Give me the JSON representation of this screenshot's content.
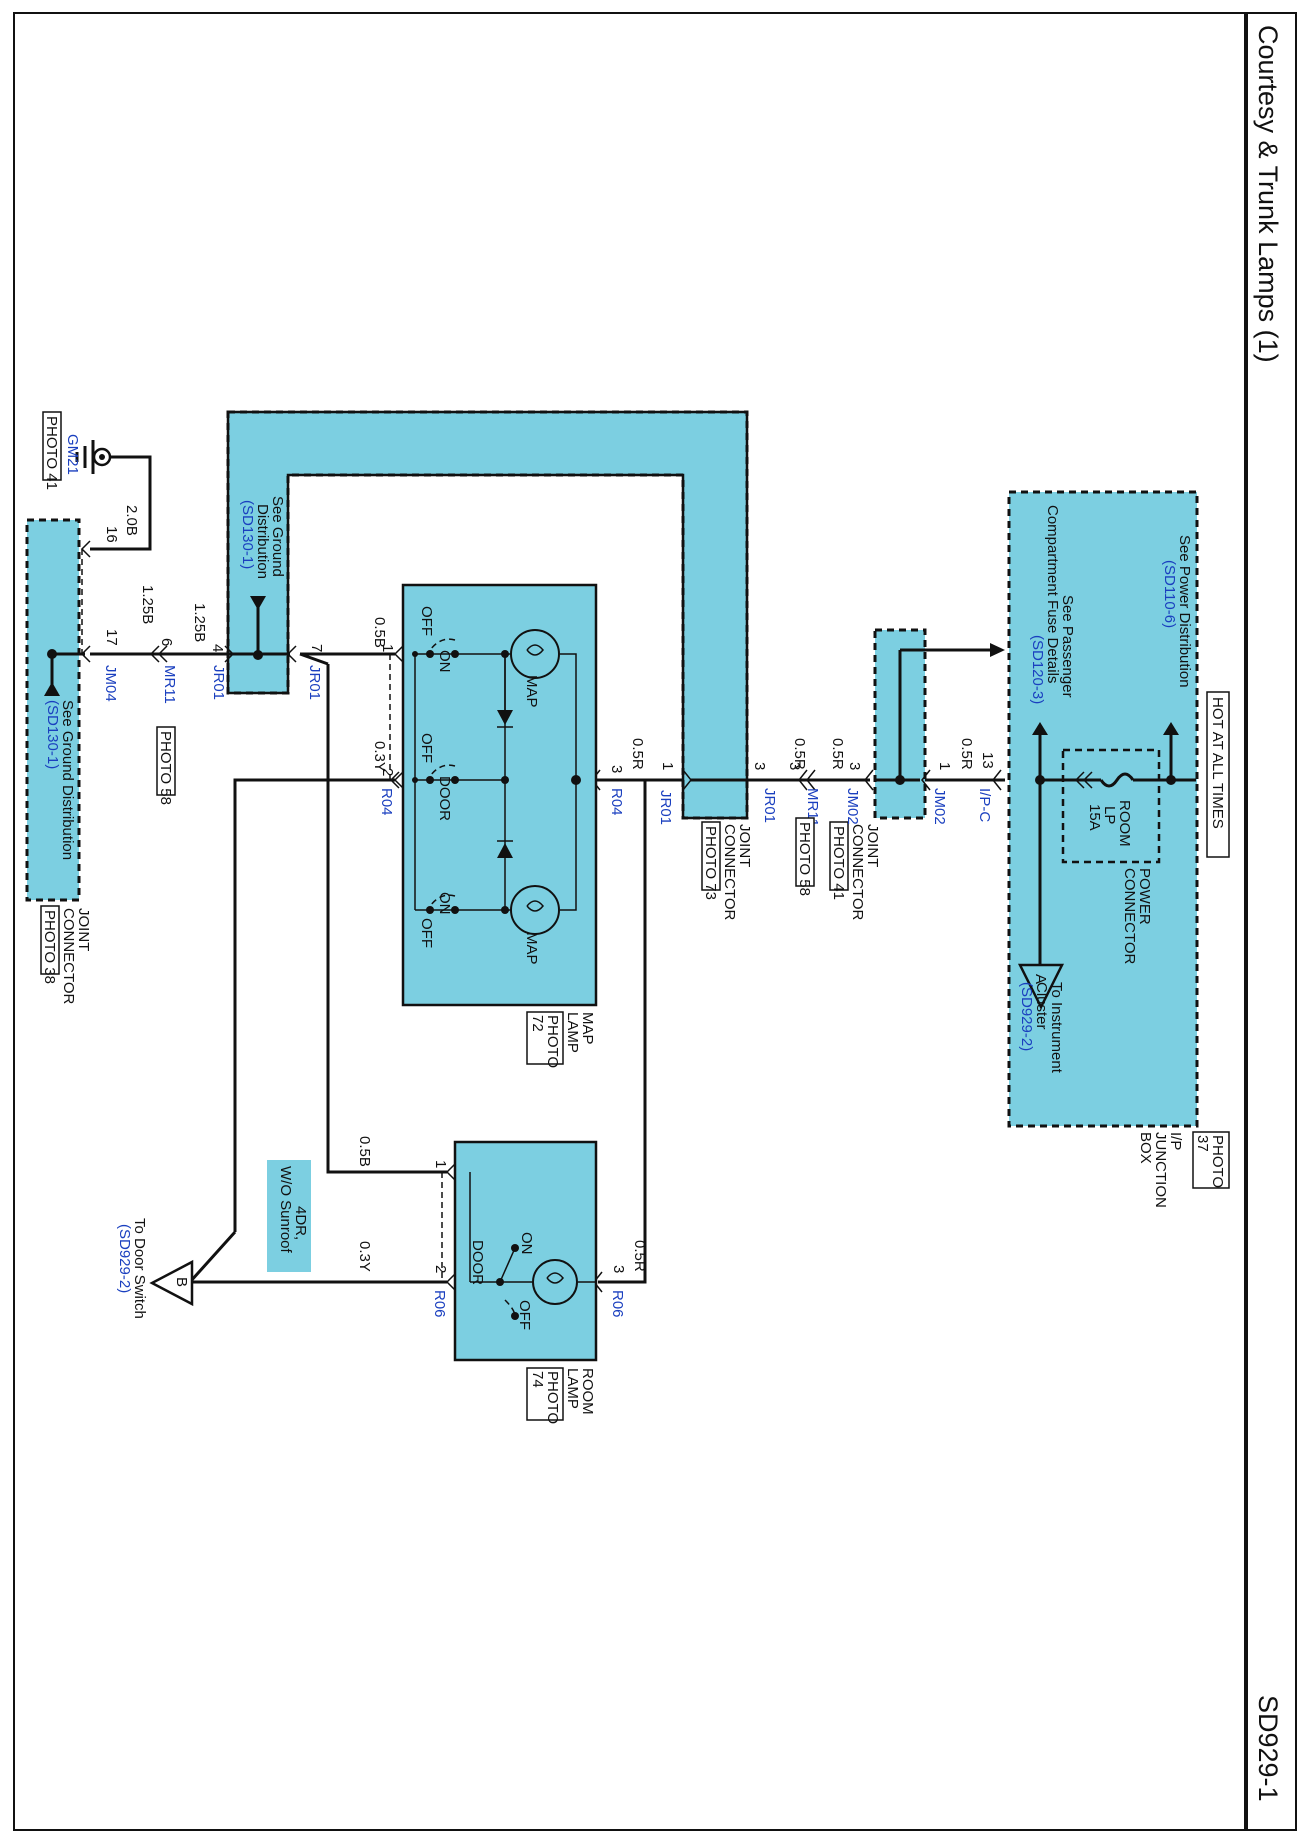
{
  "title": "Courtesy & Trunk Lamps (1)",
  "sheet_id": "SD929-1",
  "hot_at_all_times": "HOT AT ALL TIMES",
  "junction_box": {
    "name_lines": [
      "I/P",
      "JUNCTION",
      "BOX"
    ],
    "photo_lines": [
      "PHOTO",
      "37"
    ],
    "see_power_lines": [
      "See Power Distribution",
      "(SD110-6)"
    ],
    "see_passenger_lines": [
      "See Passenger",
      "Compartment Fuse Details",
      "(SD120-3)"
    ],
    "power_connector_lines": [
      "POWER",
      "CONNECTOR"
    ],
    "fuse_lines": [
      "ROOM",
      "LP",
      "15A"
    ],
    "to_instrument_lines": [
      "To Instrument",
      "Cluster",
      "(SD929-2)"
    ],
    "connector": "I/P-C",
    "pin": "13"
  },
  "joint_connectors": {
    "jm02": {
      "lines": [
        "JOINT",
        "CONNECTOR"
      ],
      "photo": "PHOTO 41",
      "connector": "JM02",
      "pin_in": "1",
      "pin_out": "3"
    },
    "jr01": {
      "lines": [
        "JOINT",
        "CONNECTOR"
      ],
      "photo": "PHOTO 73",
      "connector": "JR01",
      "pin_in": "3",
      "pin_out": "1"
    },
    "jm04": {
      "lines": [
        "JOINT",
        "CONNECTOR"
      ],
      "photo": "PHOTO 38",
      "connector": "JM04",
      "pin_in": "17",
      "pin_out": "16"
    }
  },
  "ground_jr01": {
    "see_lines": [
      "See Ground",
      "Distribution",
      "(SD130-1)"
    ],
    "pin_left": "4",
    "pin_right": "7",
    "connector_left": "JR01",
    "connector_right": "JR01"
  },
  "ground_jm04": {
    "see_lines": [
      "See Ground Distribution",
      "(SD130-1)"
    ]
  },
  "ground_point": {
    "name": "GM21",
    "photo": "PHOTO 41"
  },
  "mr11": {
    "connector": "MR11",
    "photo": "PHOTO 58"
  },
  "map_lamp": {
    "name_lines": [
      "MAP",
      "LAMP"
    ],
    "photo_lines": [
      "PHOTO",
      "72"
    ],
    "bulb_label": "MAP",
    "on_label": "ON",
    "off_label": "OFF",
    "door_label": "DOOR",
    "connector": "R04",
    "pins": {
      "gnd": "1",
      "door": "2",
      "power": "3"
    }
  },
  "room_lamp": {
    "name_lines": [
      "ROOM",
      "LAMP"
    ],
    "photo_lines": [
      "PHOTO",
      "74"
    ],
    "on_label": "ON",
    "off_label": "OFF",
    "door_label": "DOOR",
    "connector": "R06",
    "pins": {
      "gnd": "1",
      "door": "2",
      "power": "3"
    }
  },
  "sunroof_note_lines": [
    "4DR,",
    "W/O Sunroof"
  ],
  "door_switch": {
    "letter": "B",
    "lines": [
      "To Door Switch",
      "(SD929-2)"
    ]
  },
  "instrument_ref": {
    "letter": "A"
  },
  "wires": {
    "power_red": "0.5R",
    "ground_black": "0.5B",
    "ground_1_25": "1.25B",
    "ground_2_0": "2.0B",
    "door_yellow": "0.3Y"
  },
  "pins_misc": {
    "mr11_ground": "6",
    "mr11_power": "3"
  }
}
